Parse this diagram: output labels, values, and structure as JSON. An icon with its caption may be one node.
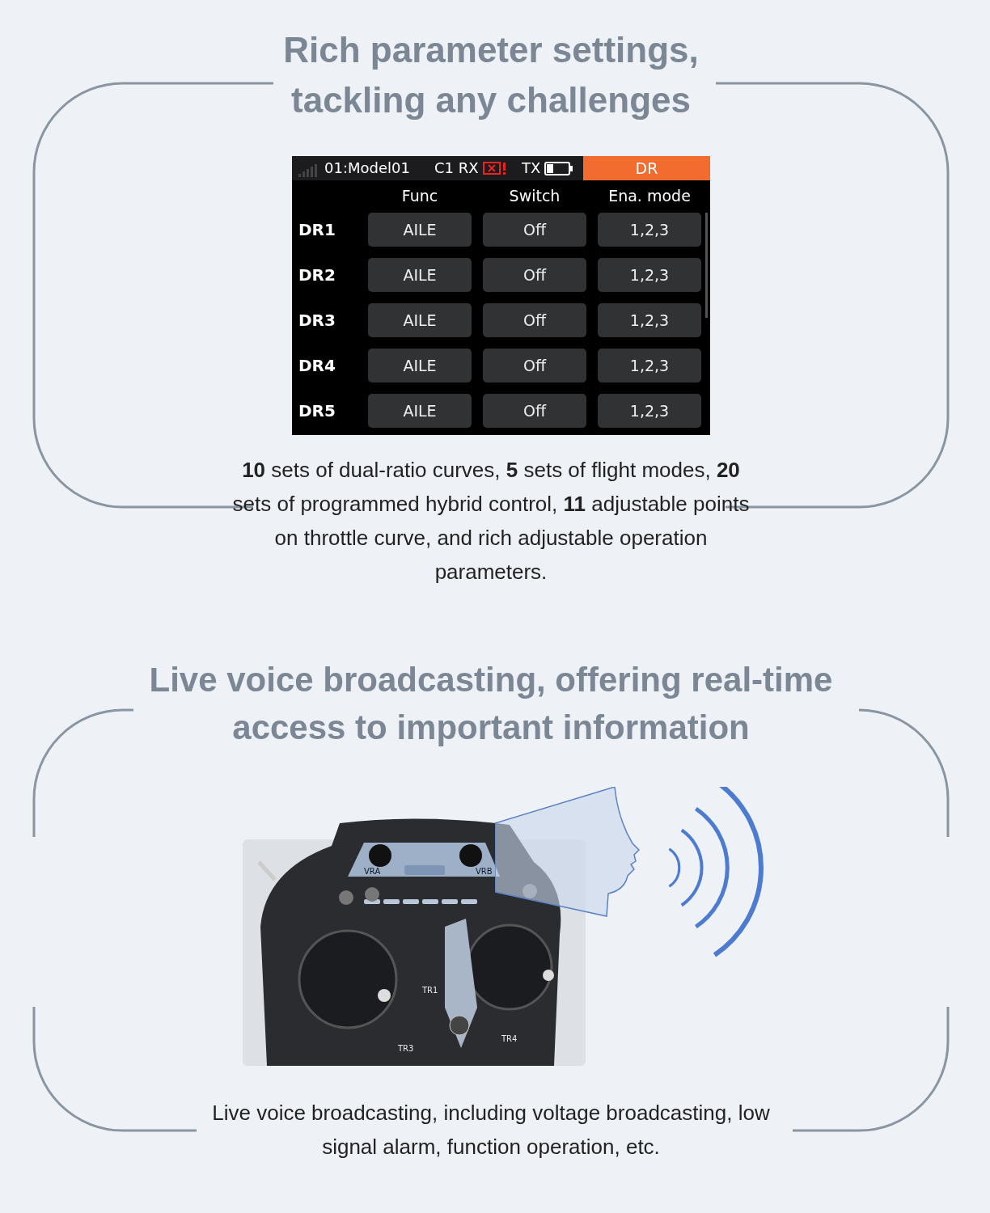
{
  "diagram": {
    "nodes": [
      {
        "text": [
          "Rich parameter settings, tackling any challenges",
          "**10** sets of dual-ratio curves, **5** sets of flight modes, **20** sets of programmed hybrid control, **11** adjustable points on throttle curve, and rich adjustable operation parameters."
        ]
      },
      {
        "text": [],
        "shape": "picture",
        "in": 0
      },
      {
        "text": [
          "Live voice broadcasting, offering real-time access to important information",
          "Live voice broadcasting, including voltage broadcasting, low signal alarm, function operation, etc."
        ]
      },
      {
        "text": [],
        "shape": "picture",
        "in": 2
      },
      {
        "text": [],
        "shape": "picture",
        "in": 2
      }
    ],
    "edges": [],
    "labels": [
      "01:Model01",
      "C1 RX",
      "TX",
      "DR",
      "Func",
      "Switch",
      "Ena. mode",
      "DR1",
      "AILE",
      "Off",
      "1,2,3",
      "DR2",
      "AILE",
      "Off",
      "1,2,3",
      "DR3",
      "AILE",
      "Off",
      "1,2,3",
      "DR4",
      "AILE",
      "Off",
      "1,2,3",
      "DR5",
      "AILE",
      "Off",
      "1,2,3",
      "VRA",
      "VRB",
      "TR1",
      "TR3",
      "TR4"
    ]
  }
}
